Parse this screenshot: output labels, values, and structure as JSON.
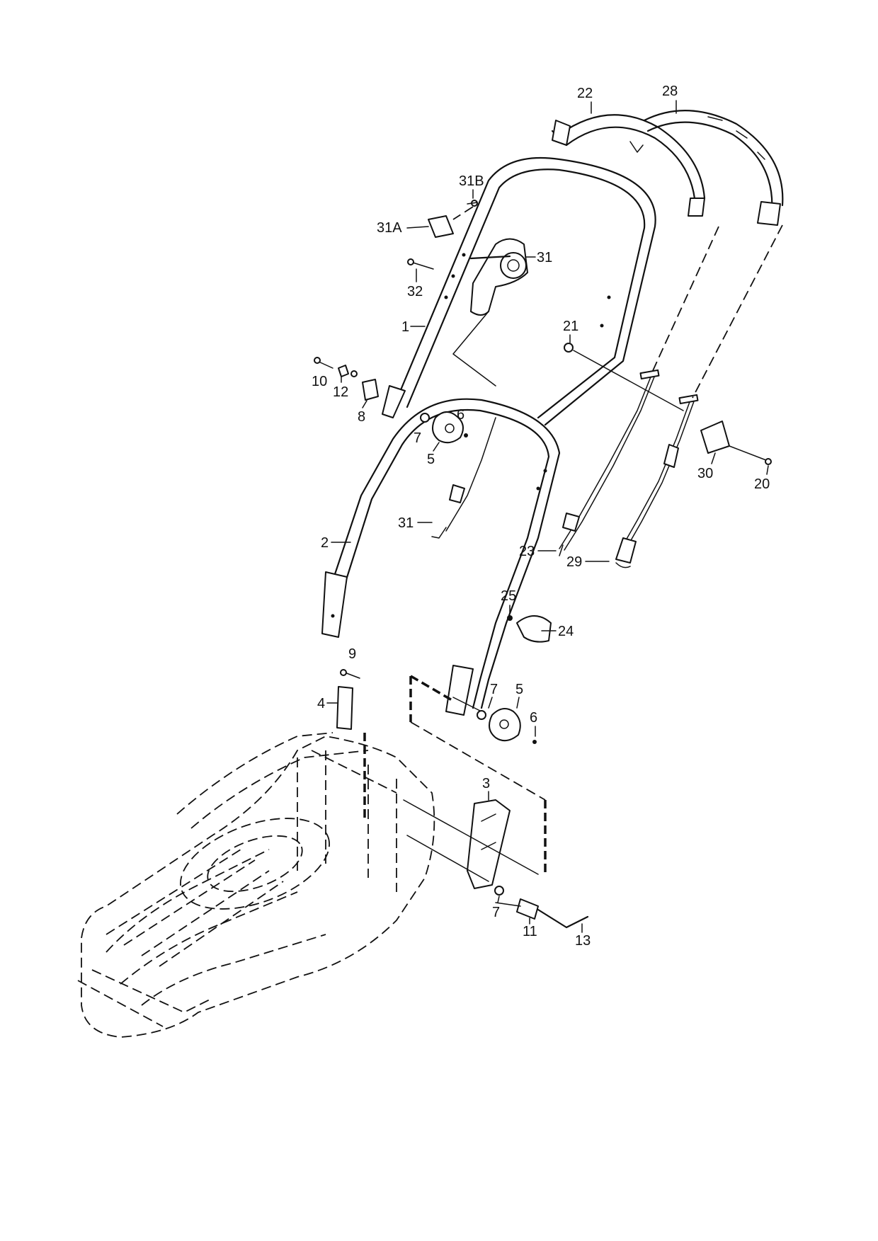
{
  "callouts": [
    {
      "id": "c22",
      "text": "22"
    },
    {
      "id": "c28",
      "text": "28"
    },
    {
      "id": "c31B",
      "text": "31B"
    },
    {
      "id": "c31A",
      "text": "31A"
    },
    {
      "id": "c31top",
      "text": "31"
    },
    {
      "id": "c32",
      "text": "32"
    },
    {
      "id": "c1",
      "text": "1"
    },
    {
      "id": "c21",
      "text": "21"
    },
    {
      "id": "c10",
      "text": "10"
    },
    {
      "id": "c12",
      "text": "12"
    },
    {
      "id": "c8",
      "text": "8"
    },
    {
      "id": "c7a",
      "text": "7"
    },
    {
      "id": "c6a",
      "text": "6"
    },
    {
      "id": "c5a",
      "text": "5"
    },
    {
      "id": "c30",
      "text": "30"
    },
    {
      "id": "c20",
      "text": "20"
    },
    {
      "id": "c31mid",
      "text": "31"
    },
    {
      "id": "c2",
      "text": "2"
    },
    {
      "id": "c23",
      "text": "23"
    },
    {
      "id": "c29",
      "text": "29"
    },
    {
      "id": "c25",
      "text": "25"
    },
    {
      "id": "c24",
      "text": "24"
    },
    {
      "id": "c9",
      "text": "9"
    },
    {
      "id": "c4",
      "text": "4"
    },
    {
      "id": "c7b",
      "text": "7"
    },
    {
      "id": "c5b",
      "text": "5"
    },
    {
      "id": "c6b",
      "text": "6"
    },
    {
      "id": "c3",
      "text": "3"
    },
    {
      "id": "c7c",
      "text": "7"
    },
    {
      "id": "c11",
      "text": "11"
    },
    {
      "id": "c13",
      "text": "13"
    }
  ]
}
